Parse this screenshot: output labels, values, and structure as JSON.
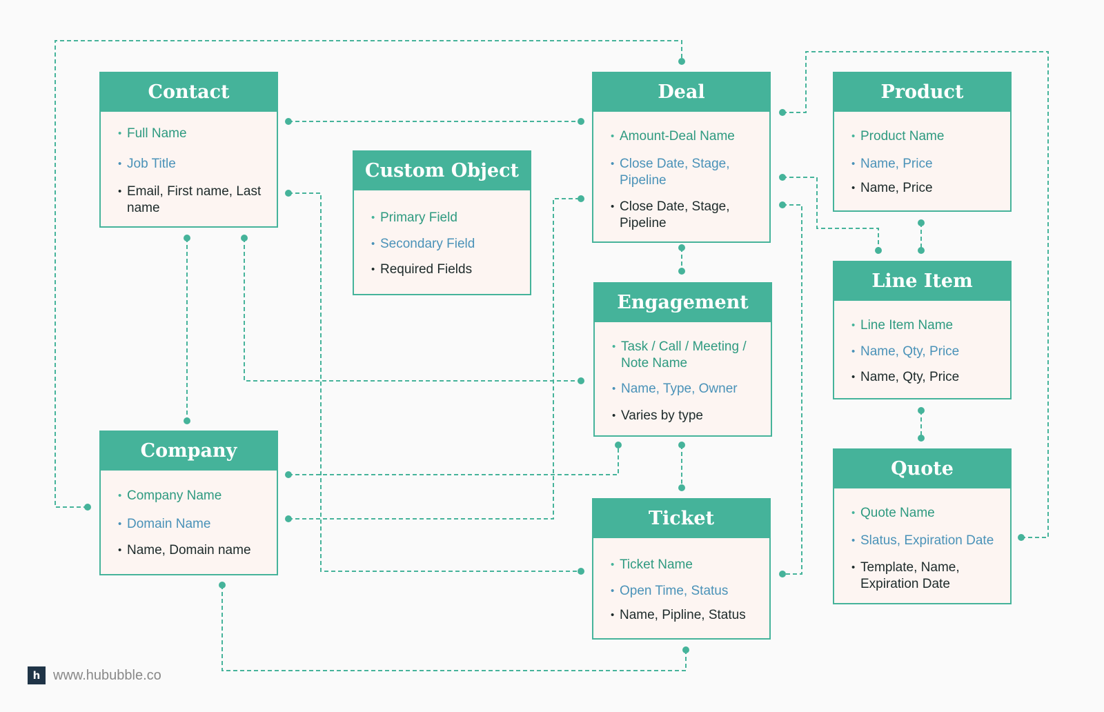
{
  "colors": {
    "accent": "#45b39a",
    "box_fill": "#fdf5f2",
    "field_primary": "#2e9a80",
    "field_secondary": "#4a92b8",
    "field_required": "#1d2a2a"
  },
  "objects": {
    "contact": {
      "title": "Contact",
      "fields": [
        "Full Name",
        "Job Title",
        "Email, First name, Last name"
      ]
    },
    "custom_object": {
      "title": "Custom Object",
      "fields": [
        "Primary Field",
        "Secondary Field",
        "Required Fields"
      ]
    },
    "deal": {
      "title": "Deal",
      "fields": [
        "Amount-Deal Name",
        "Close Date, Stage, Pipeline",
        "Close Date, Stage, Pipeline"
      ]
    },
    "product": {
      "title": "Product",
      "fields": [
        "Product Name",
        "Name, Price",
        "Name, Price"
      ]
    },
    "engagement": {
      "title": "Engagement",
      "fields": [
        "Task / Call / Meeting / Note Name",
        "Name, Type, Owner",
        "Varies by type"
      ]
    },
    "line_item": {
      "title": "Line Item",
      "fields": [
        "Line Item Name",
        "Name, Qty, Price",
        "Name, Qty, Price"
      ]
    },
    "company": {
      "title": "Company",
      "fields": [
        "Company Name",
        "Domain Name",
        "Name, Domain name"
      ]
    },
    "ticket": {
      "title": "Ticket",
      "fields": [
        "Ticket Name",
        "Open Time, Status",
        "Name, Pipline, Status"
      ]
    },
    "quote": {
      "title": "Quote",
      "fields": [
        "Quote Name",
        "Slatus, Expiration Date",
        "Template, Name, Expiration Date"
      ]
    }
  },
  "connections": [
    [
      "contact",
      "deal"
    ],
    [
      "contact",
      "ticket"
    ],
    [
      "contact",
      "company"
    ],
    [
      "contact",
      "engagement"
    ],
    [
      "company",
      "deal"
    ],
    [
      "company",
      "engagement"
    ],
    [
      "company",
      "ticket"
    ],
    [
      "deal",
      "engagement"
    ],
    [
      "deal",
      "product"
    ],
    [
      "deal",
      "line_item"
    ],
    [
      "deal",
      "ticket"
    ],
    [
      "deal",
      "quote"
    ],
    [
      "product",
      "line_item"
    ],
    [
      "line_item",
      "quote"
    ],
    [
      "engagement",
      "ticket"
    ]
  ],
  "footer": {
    "logo_letter": "h",
    "url": "www.hububble.co"
  }
}
